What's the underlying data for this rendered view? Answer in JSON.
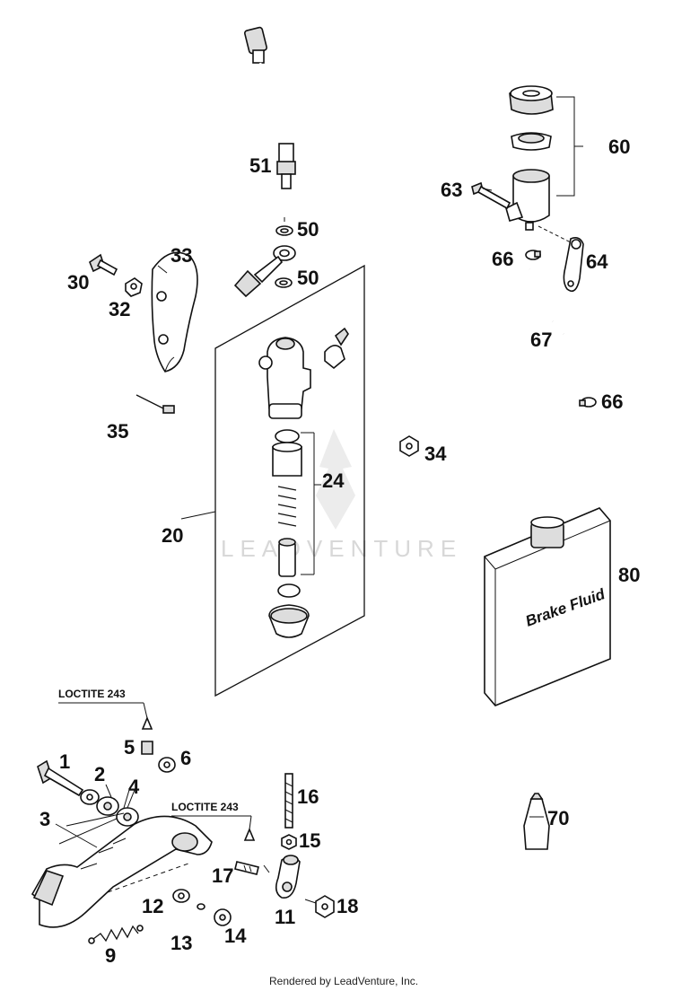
{
  "callouts": {
    "n1": "1",
    "n2": "2",
    "n3": "3",
    "n4": "4",
    "n5": "5",
    "n6": "6",
    "n9": "9",
    "n11": "11",
    "n12": "12",
    "n13": "13",
    "n14": "14",
    "n15": "15",
    "n16": "16",
    "n17": "17",
    "n18": "18",
    "n20": "20",
    "n24": "24",
    "n30": "30",
    "n32": "32",
    "n33": "33",
    "n34": "34",
    "n35": "35",
    "n50a": "50",
    "n50b": "50",
    "n51": "51",
    "n60": "60",
    "n63": "63",
    "n64": "64",
    "n66a": "66",
    "n66b": "66",
    "n67": "67",
    "n70": "70",
    "n80": "80"
  },
  "loctite_note_1": "LOCTITE 243",
  "loctite_note_2": "LOCTITE 243",
  "container_label": "Brake Fluid",
  "watermark": "LEADVENTURE",
  "footer": "Rendered by LeadVenture, Inc."
}
